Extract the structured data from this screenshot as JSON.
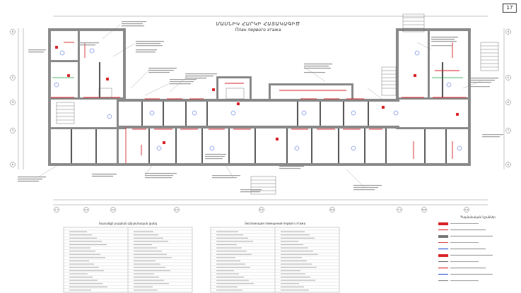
{
  "page": {
    "number": "17"
  },
  "header": {
    "title": "ՄԱՍՆԻԿ ՀԱՐԿԻ ՀԱՏԱԿԱԳԻԾ",
    "subtitle": "План первого этажа"
  },
  "axes": {
    "bottom": [
      "1-1",
      "2-2",
      "3-3",
      "4-4",
      "5-5",
      "6-6",
      "7-7",
      "8-8",
      "9-9"
    ],
    "left": [
      "Ա",
      "Բ",
      "Գ",
      "Դ",
      "Ե"
    ]
  },
  "tables": [
    {
      "title": "Տարածքի բացման վերլուծական ցանկ",
      "rows": 22
    },
    {
      "title": "Экспликация помещений первого этажа",
      "rows": 22
    }
  ],
  "legend": {
    "title": "Պայմանական նշաններ",
    "items": [
      {
        "color": "#d9262b",
        "kind": "bar"
      },
      {
        "color": "#d9262b",
        "kind": "line"
      },
      {
        "color": "#777777",
        "kind": "bar"
      },
      {
        "color": "#d9262b",
        "kind": "line"
      },
      {
        "color": "#2b4fd9",
        "kind": "line"
      },
      {
        "color": "#d9262b",
        "kind": "bar"
      },
      {
        "color": "#555555",
        "kind": "line"
      },
      {
        "color": "#d9262b",
        "kind": "line"
      },
      {
        "color": "#2b4fd9",
        "kind": "line"
      },
      {
        "color": "#777777",
        "kind": "line"
      }
    ]
  },
  "colors": {
    "wall": "#8a8a8a",
    "wall_dark": "#5a5a5a",
    "red": "#d9262b",
    "blue": "#2b4fd9",
    "dim": "#6b6b6b",
    "green": "#2a9d4a"
  }
}
